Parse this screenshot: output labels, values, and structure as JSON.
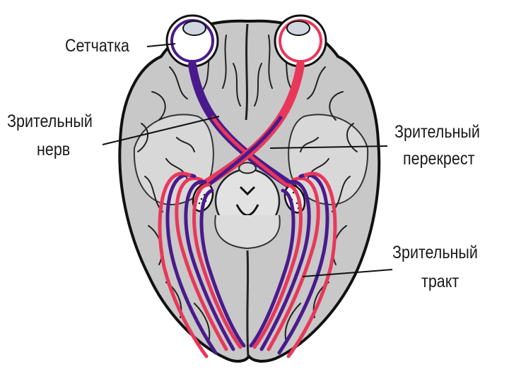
{
  "labels": {
    "retina": "Сетчатка",
    "optic_nerve": [
      "Зрительный",
      "нерв"
    ],
    "optic_chiasm": [
      "Зрительный",
      "перекрест"
    ],
    "optic_tract": [
      "Зрительный",
      "тракт"
    ]
  },
  "colors": {
    "left_pathway": "#4a1a8c",
    "right_pathway": "#e8385a",
    "brain_fill": "#c8c8c8",
    "brain_outline": "#111111",
    "label_text": "#1a1a1a"
  }
}
